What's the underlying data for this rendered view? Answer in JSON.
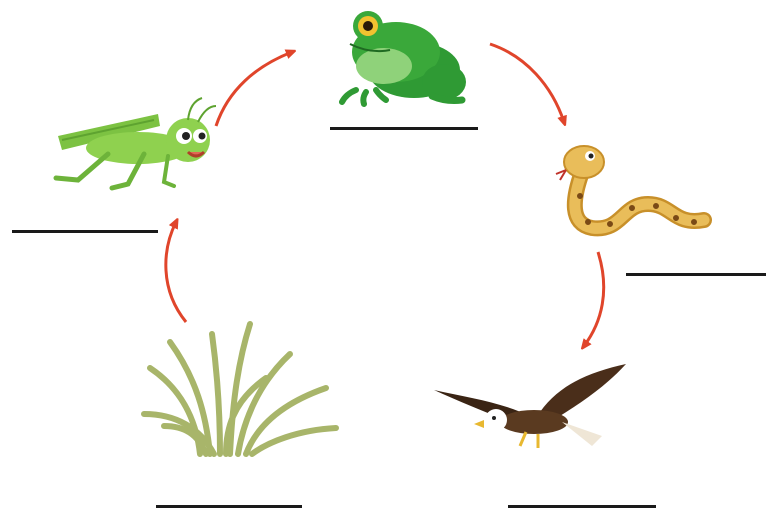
{
  "diagram": {
    "type": "food-chain-cycle",
    "organisms": [
      {
        "id": "grass",
        "name": "grass",
        "answer_blank": ""
      },
      {
        "id": "grasshopper",
        "name": "grasshopper",
        "answer_blank": ""
      },
      {
        "id": "frog",
        "name": "frog",
        "answer_blank": ""
      },
      {
        "id": "snake",
        "name": "snake",
        "answer_blank": ""
      },
      {
        "id": "eagle",
        "name": "eagle",
        "answer_blank": ""
      }
    ],
    "arrows": [
      {
        "from": "grass",
        "to": "grasshopper"
      },
      {
        "from": "grasshopper",
        "to": "frog"
      },
      {
        "from": "frog",
        "to": "snake"
      },
      {
        "from": "snake",
        "to": "eagle"
      }
    ],
    "colors": {
      "arrow": "#e0452b",
      "blank_line": "#1a1a1a",
      "grass": "#a8b56a",
      "grasshopper": "#7cc242",
      "frog": "#3aa83a",
      "snake": "#e3b24a",
      "eagle": "#4a2e1a"
    }
  }
}
